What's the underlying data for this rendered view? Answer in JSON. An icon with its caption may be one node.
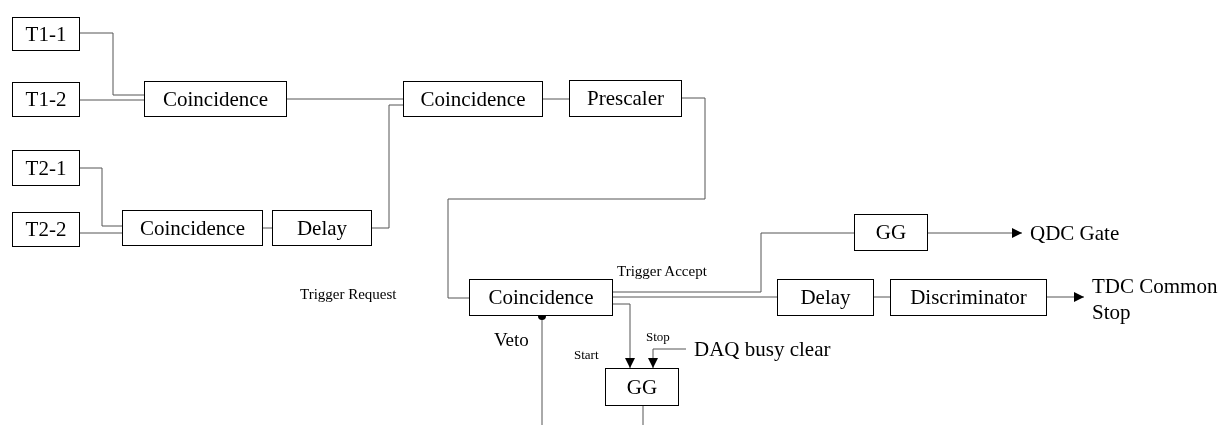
{
  "diagram": {
    "nodes": [
      {
        "text": [
          "T1-1"
        ]
      },
      {
        "text": [
          "T1-2"
        ]
      },
      {
        "text": [
          "T2-1"
        ]
      },
      {
        "text": [
          "T2-2"
        ]
      },
      {
        "text": [
          "Coincidence"
        ]
      },
      {
        "text": [
          "Coincidence"
        ]
      },
      {
        "text": [
          "Prescaler"
        ]
      },
      {
        "text": [
          "Coincidence"
        ]
      },
      {
        "text": [
          "Delay"
        ]
      },
      {
        "text": [
          "Coincidence"
        ]
      },
      {
        "text": [
          "GG"
        ]
      },
      {
        "text": [
          "QDC Gate"
        ]
      },
      {
        "text": [
          "Delay"
        ]
      },
      {
        "text": [
          "Discriminator"
        ]
      },
      {
        "text": [
          "TDC Common Stop"
        ]
      },
      {
        "text": [
          "GG"
        ]
      },
      {
        "text": [
          "DAQ busy clear"
        ]
      }
    ],
    "edges": [
      {
        "from": 0,
        "to": 4,
        "arrow": "none"
      },
      {
        "from": 1,
        "to": 4,
        "arrow": "none"
      },
      {
        "from": 2,
        "to": 7,
        "arrow": "none"
      },
      {
        "from": 3,
        "to": 7,
        "arrow": "none"
      },
      {
        "from": 4,
        "to": 5,
        "arrow": "none"
      },
      {
        "from": 8,
        "to": 5,
        "arrow": "none"
      },
      {
        "from": 7,
        "to": 8,
        "arrow": "none"
      },
      {
        "from": 5,
        "to": 6,
        "arrow": "none"
      },
      {
        "from": 6,
        "to": 9,
        "arrow": "none",
        "label": "Trigger Request"
      },
      {
        "from": 9,
        "to": 10,
        "arrow": "none",
        "label": "Trigger Accept"
      },
      {
        "from": 10,
        "to": 11,
        "arrow": "to"
      },
      {
        "from": 9,
        "to": 12,
        "arrow": "none"
      },
      {
        "from": 12,
        "to": 13,
        "arrow": "none"
      },
      {
        "from": 13,
        "to": 14,
        "arrow": "to"
      },
      {
        "from": 9,
        "to": 15,
        "arrow": "to",
        "label": "Start"
      },
      {
        "from": 16,
        "to": 15,
        "arrow": "to",
        "label": "Stop"
      },
      {
        "from": null,
        "to": 9,
        "arrow": "other",
        "label": "Veto"
      },
      {
        "from": 15,
        "to": null,
        "arrow": "none"
      }
    ]
  }
}
